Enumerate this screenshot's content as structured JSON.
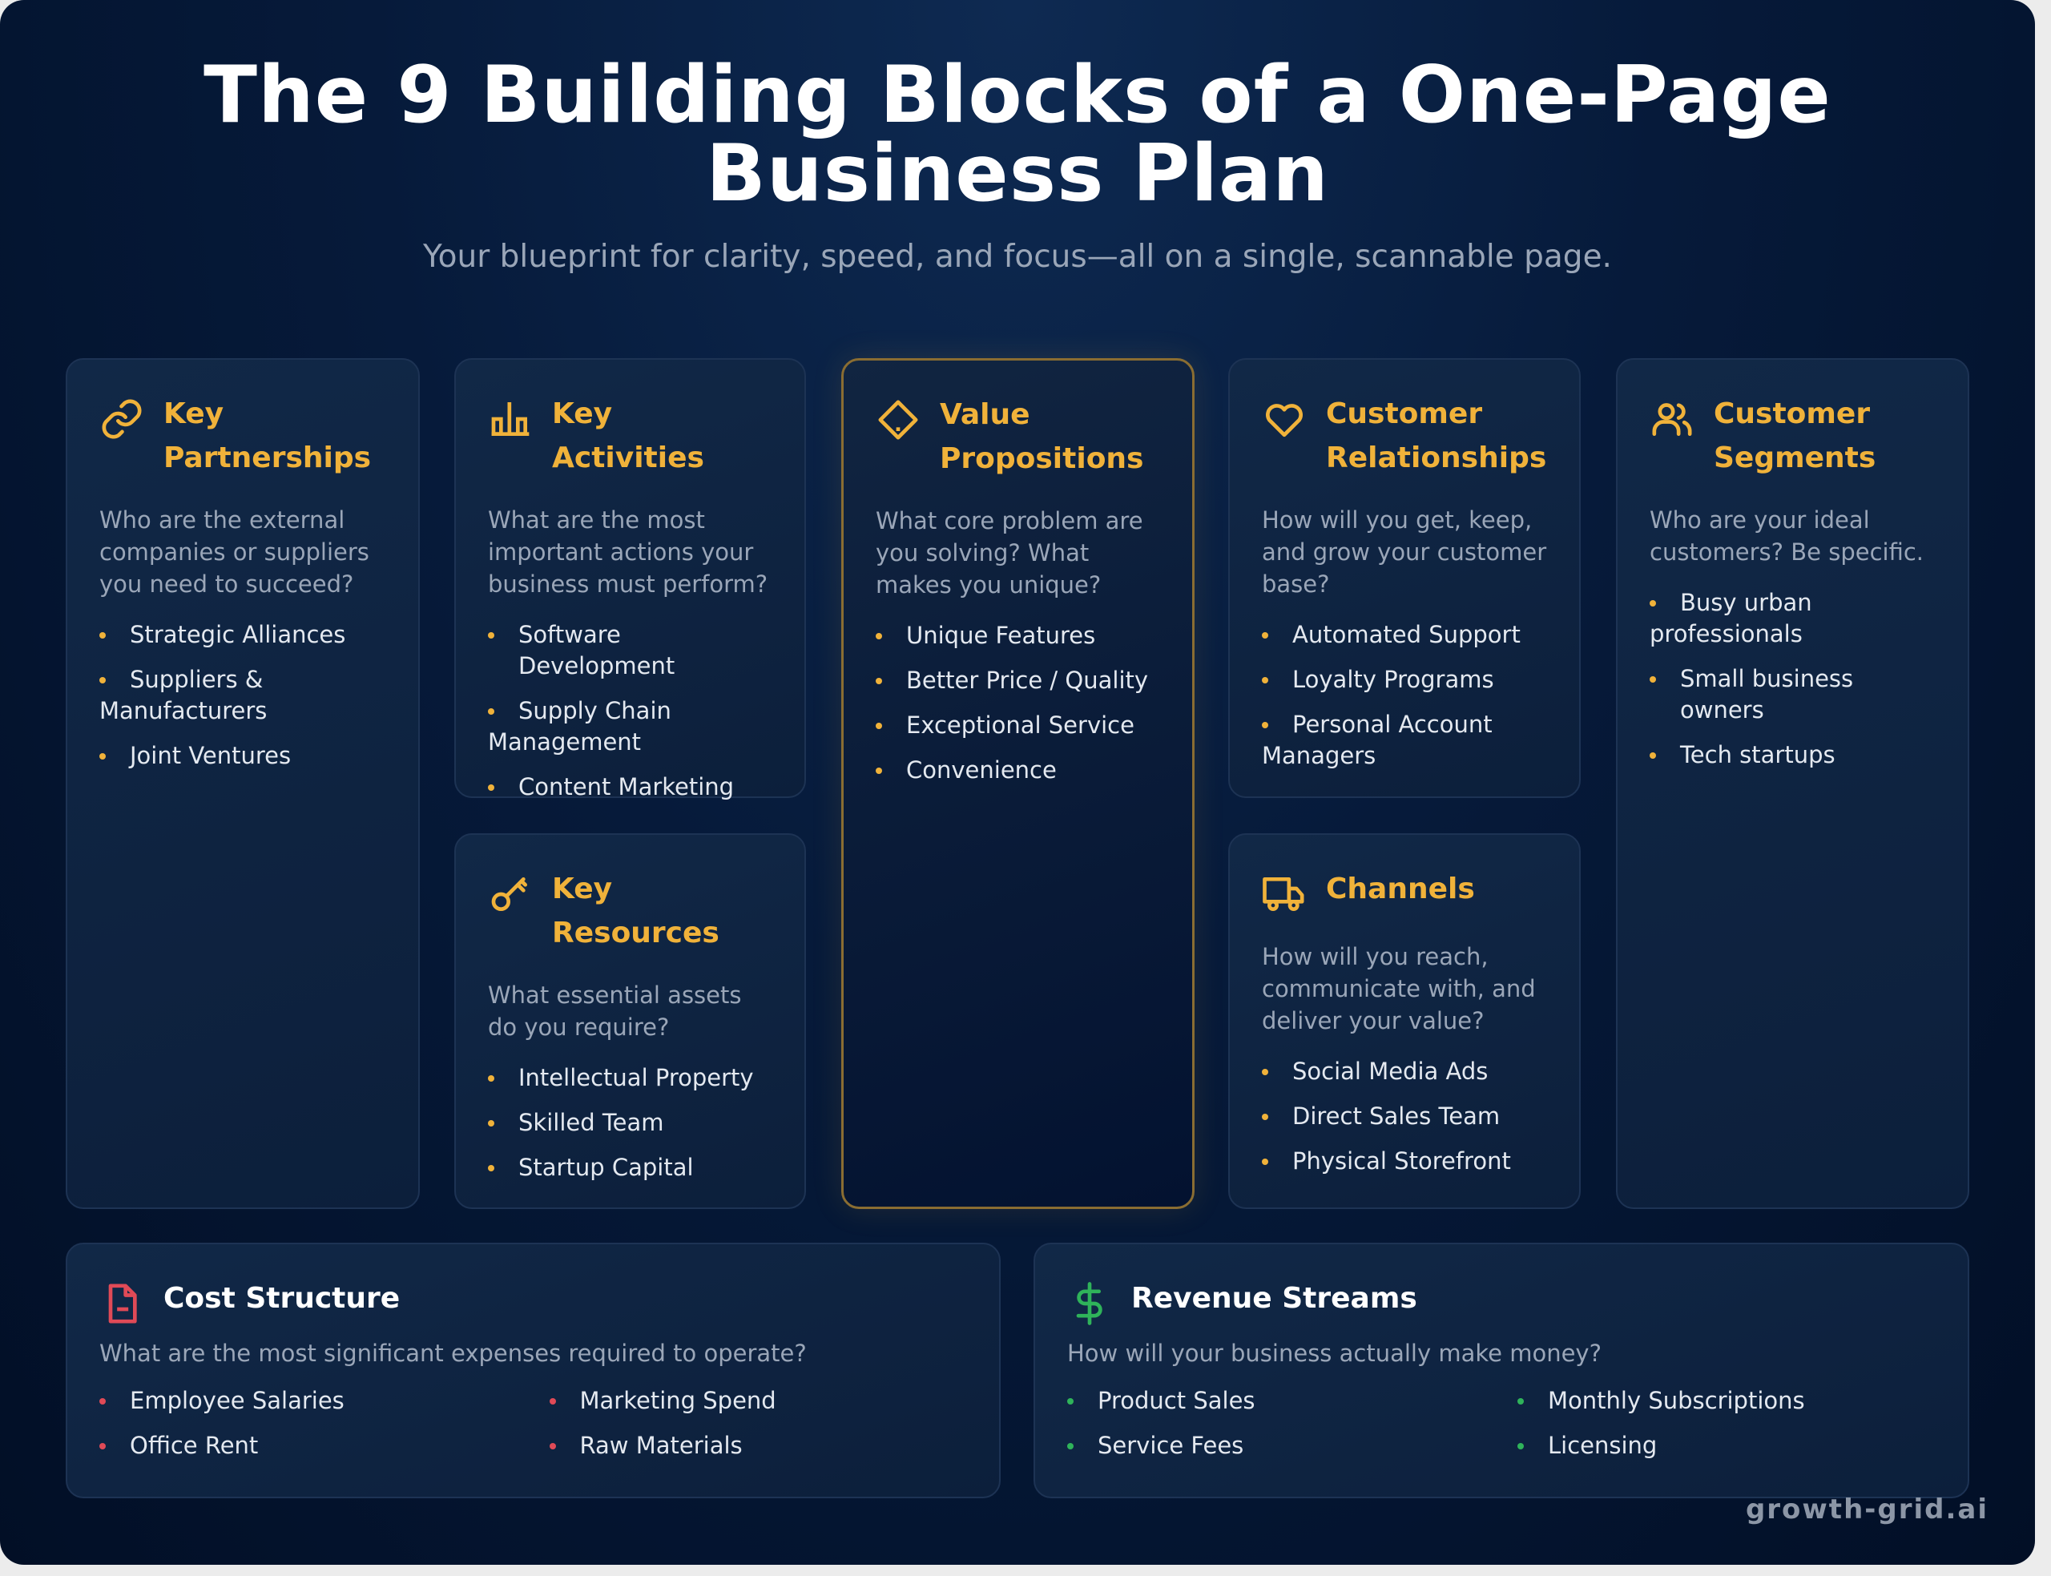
{
  "header": {
    "title_line1": "The 9 Building Blocks of a One-Page",
    "title_line2": "Business Plan",
    "subtitle": "Your blueprint for clarity, speed, and focus—all on a single, scannable page."
  },
  "colors": {
    "accent": "#f0b23a",
    "cost": "#e04a57",
    "revenue": "#2fb35a",
    "background": "#061a3a"
  },
  "blocks": {
    "partnerships": {
      "icon": "link-icon",
      "title": "Key Partnerships",
      "question": "Who are the external companies or suppliers you need to succeed?",
      "items": [
        "Strategic Alliances",
        "Suppliers & Manufacturers",
        "Joint Ventures"
      ]
    },
    "activities": {
      "icon": "bar-chart-icon",
      "title": "Key Activities",
      "question": "What are the most important actions your business must perform?",
      "items": [
        "Software Development",
        "Supply Chain Management",
        "Content Marketing"
      ]
    },
    "resources": {
      "icon": "key-icon",
      "title": "Key Resources",
      "question": "What essential assets do you require?",
      "items": [
        "Intellectual Property",
        "Skilled Team",
        "Startup Capital"
      ]
    },
    "value": {
      "icon": "diamond-icon",
      "title": "Value Propositions",
      "question": "What core problem are you solving? What makes you unique?",
      "items": [
        "Unique Features",
        "Better Price / Quality",
        "Exceptional Service",
        "Convenience"
      ]
    },
    "relationships": {
      "icon": "heart-icon",
      "title": "Customer Relationships",
      "question": "How will you get, keep, and grow your customer base?",
      "items": [
        "Automated Support",
        "Loyalty Programs",
        "Personal Account Managers"
      ]
    },
    "channels": {
      "icon": "truck-icon",
      "title": "Channels",
      "question": "How will you reach, communicate with, and deliver your value?",
      "items": [
        "Social Media Ads",
        "Direct Sales Team",
        "Physical Storefront"
      ]
    },
    "segments": {
      "icon": "users-icon",
      "title": "Customer Segments",
      "question": "Who are your ideal customers? Be specific.",
      "items": [
        "Busy urban professionals",
        "Small business owners",
        "Tech startups"
      ]
    },
    "cost": {
      "icon": "document-minus-icon",
      "title": "Cost Structure",
      "question": "What are the most significant expenses required to operate?",
      "items": [
        "Employee Salaries",
        "Office Rent",
        "Marketing Spend",
        "Raw Materials"
      ]
    },
    "revenue": {
      "icon": "dollar-icon",
      "title": "Revenue Streams",
      "question": "How will your business actually make money?",
      "items": [
        "Product Sales",
        "Service Fees",
        "Monthly Subscriptions",
        "Licensing"
      ]
    }
  },
  "footer": {
    "watermark": "growth-grid.ai"
  }
}
